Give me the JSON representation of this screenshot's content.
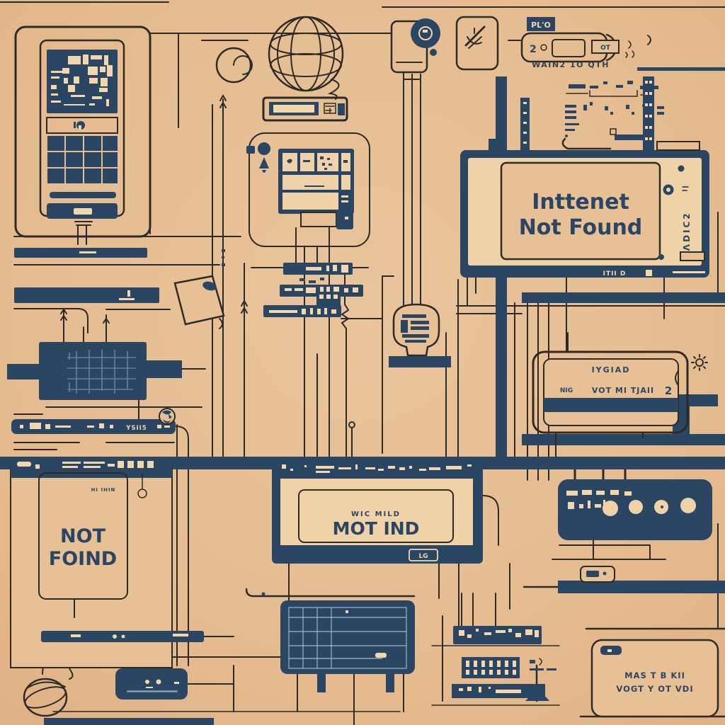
{
  "palette": {
    "background": "#e6bd92",
    "navy": "#2a4663",
    "ink": "#2e2b26",
    "cream": "#f2d7ae"
  },
  "top_row": {
    "chip_label": "PL'O",
    "usb_label": "OT",
    "caption": "WAIN2 1O QTH"
  },
  "main_monitor": {
    "message_line1": "Inttenet",
    "message_line2": "Not Found",
    "side_vertical_text": "IΛDIC2",
    "bezel_text": "ITII D"
  },
  "left_window": {
    "card_small_text": "HI IHIN",
    "message_line1": "NOT",
    "message_line2": "FOIND"
  },
  "center_monitor": {
    "small_text": "WIC MILD",
    "message": "MOT IND",
    "badge": "LG"
  },
  "credit_card": {
    "brand": "IYGIAD",
    "left_text": "NIG",
    "center_text": "VOT MI TJAII",
    "right_text": "2"
  },
  "power_strip": {
    "label": "YSII5"
  },
  "bottom_right_card": {
    "line1": "MAS T B KII",
    "line2": "VOGT Y OT VDI"
  },
  "icons": {
    "globe": "wireframe-globe-icon",
    "satellite": "satellite-dish-icon",
    "knob": "dial-knob-icon",
    "spiral": "coil-spiral-icon",
    "wire_ball": "wire-ball-icon",
    "lamp": "lamp-cone-icon",
    "mini_globe": "mini-globe-icon",
    "plumb": "plumb-bob-icon",
    "list_blob": "list-relay-icon",
    "gear": "gear-spark-icon"
  }
}
